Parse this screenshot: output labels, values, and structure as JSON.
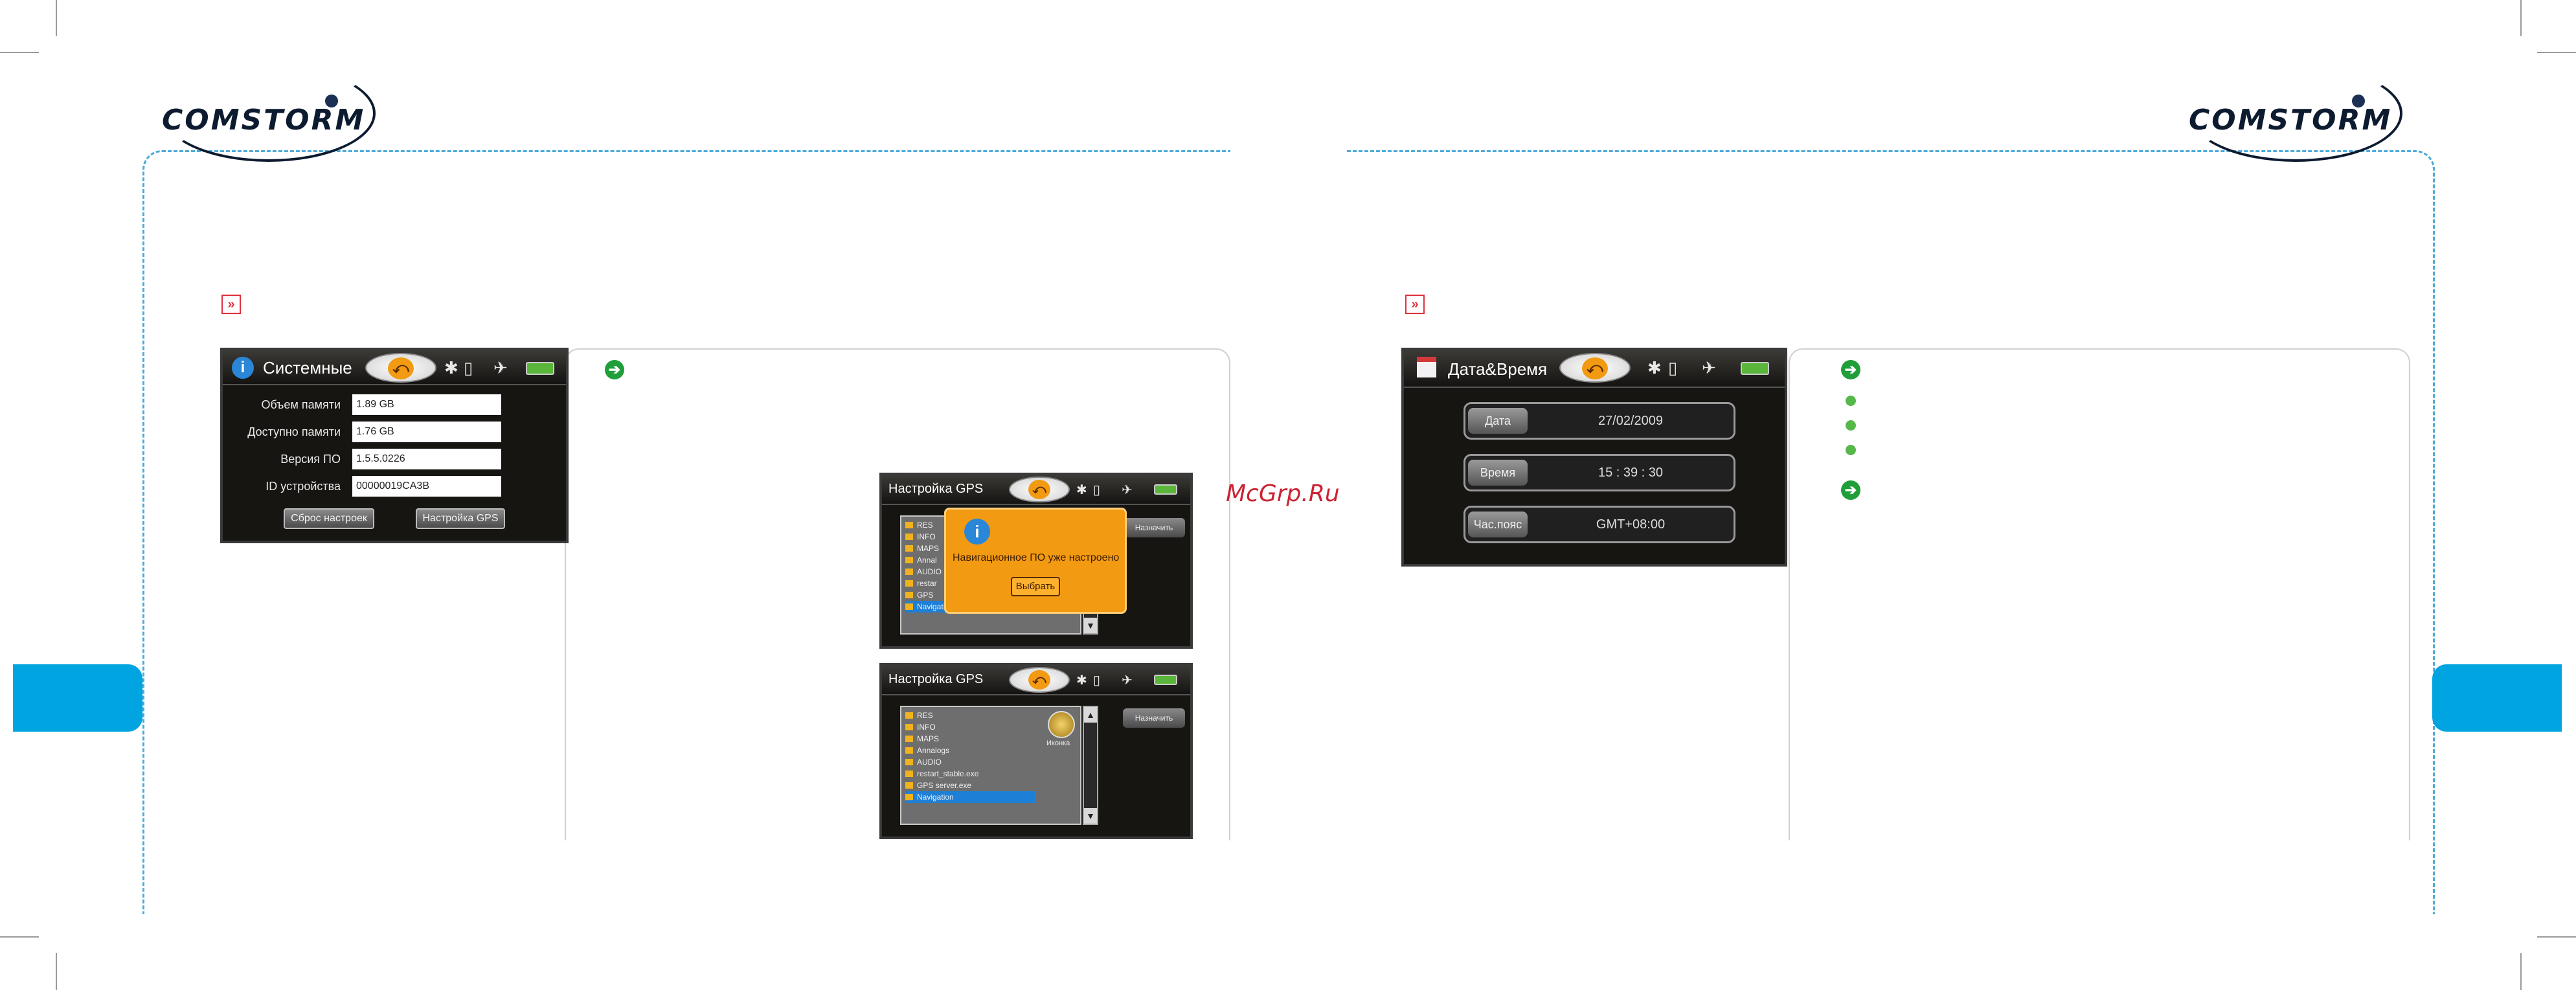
{
  "brand": {
    "logo_text": "COMSTORM"
  },
  "watermark": "McGrp.Ru",
  "left_page": {
    "system_screen": {
      "title": "Системные",
      "rows": [
        {
          "label": "Объем памяти",
          "value": "1.89 GB"
        },
        {
          "label": "Доступно памяти",
          "value": "1.76 GB"
        },
        {
          "label": "Версия ПО",
          "value": "1.5.5.0226"
        },
        {
          "label": "ID устройства",
          "value": "00000019CA3B"
        }
      ],
      "buttons": {
        "reset": "Сброс настроек",
        "gps_settings": "Настройка GPS"
      }
    },
    "gps_screen_popup": {
      "title": "Настройка GPS",
      "files": [
        "RES",
        "INFO",
        "MAPS",
        "Annal",
        "AUDIO",
        "restar",
        "GPS",
        "Navigation"
      ],
      "side_button": "Назначить",
      "popup_text": "Навигационное ПО уже настроено",
      "popup_button": "Выбрать"
    },
    "gps_screen_list": {
      "title": "Настройка GPS",
      "files": [
        "RES",
        "INFO",
        "MAPS",
        "Annalogs",
        "AUDIO",
        "restart_stable.exe",
        "GPS server.exe",
        "Navigation"
      ],
      "side_button": "Назначить",
      "icon_caption": "Иконка"
    }
  },
  "right_page": {
    "datetime_screen": {
      "title": "Дата&Время",
      "rows": [
        {
          "label": "Дата",
          "value": "27/02/2009"
        },
        {
          "label": "Время",
          "value": "15 : 39 : 30"
        },
        {
          "label": "Час.пояс",
          "value": "GMT+08:00"
        }
      ]
    }
  },
  "colors": {
    "accent": "#00a4e0",
    "frame": "#4aaad8",
    "marker": "#e0303d",
    "arrow": "#1f9e3a"
  }
}
